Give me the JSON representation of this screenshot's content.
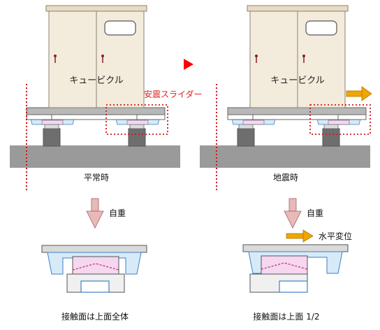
{
  "cubicle_label": "キュービクル",
  "slider_callout": "安震スライダー",
  "normal_caption": "平常時",
  "quake_caption": "地震時",
  "weight_label": "自重",
  "horizontal_label": "水平変位",
  "contact_full": "接触面は上面全体",
  "contact_half": "接触面は上面 1/2",
  "colors": {
    "cabinet_fill": "#f3ecdc",
    "cabinet_stroke": "#8a8070",
    "ground": "#9a9a9a",
    "pedestal": "#6e6e6e",
    "dotted_red": "#d01818",
    "callout_red": "#e02020",
    "play_red": "#ff0000",
    "orange_arrow": "#f0a500",
    "weight_arrow": "#e9b9b9",
    "wing_blue_fill": "#d6eaf8",
    "wing_blue_stroke": "#3f7fc4",
    "slider_pink": "#f6d6f0",
    "beam_gray": "#dadada"
  }
}
